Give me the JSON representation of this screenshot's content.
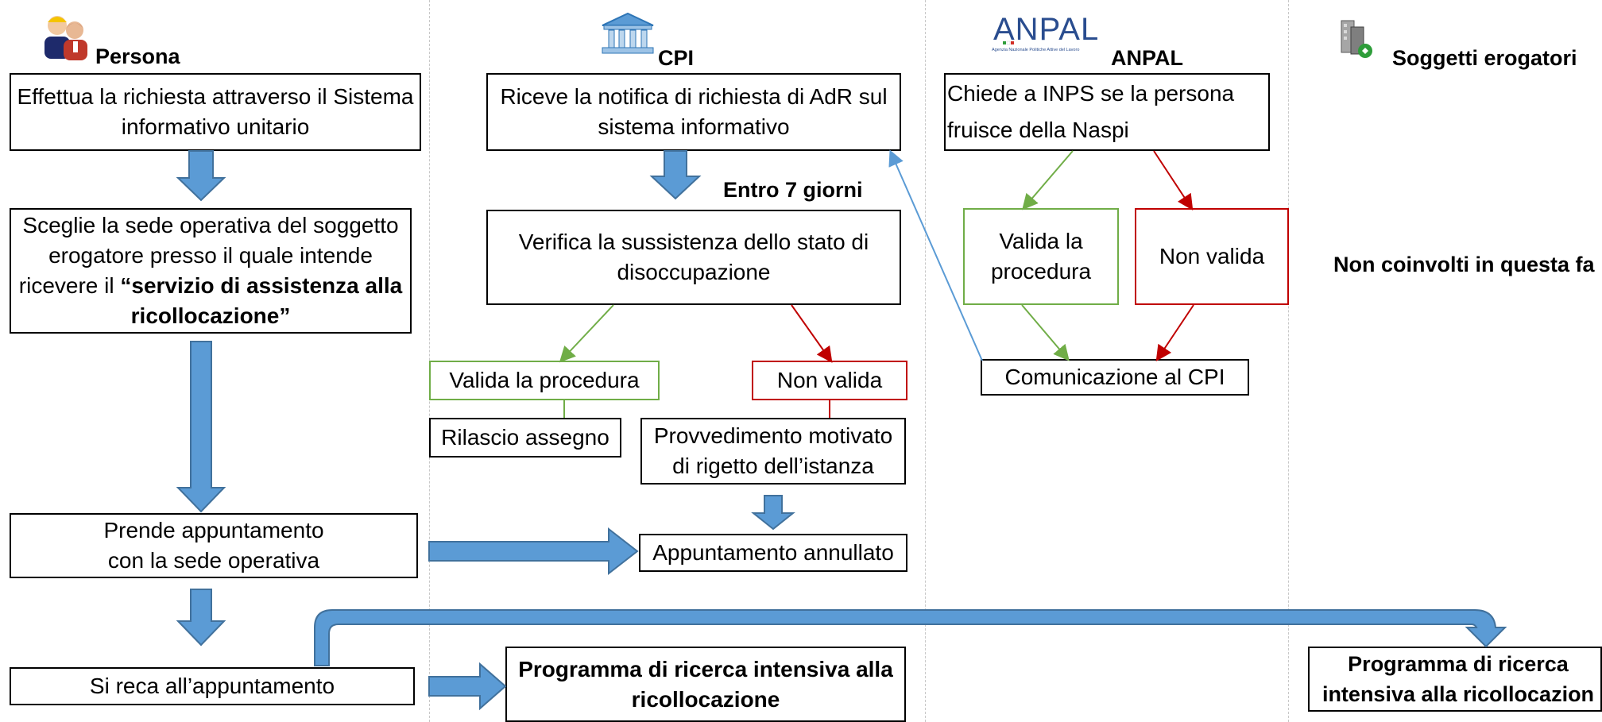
{
  "lanes": {
    "persona": "Persona",
    "cpi": "CPI",
    "anpal": "ANPAL",
    "anpal_logo_text": "ANPAL",
    "anpal_logo_sub": "Agenzia Nazionale Politiche Attive del Lavoro",
    "soggetti": "Soggetti erogatori"
  },
  "persona": {
    "step1": "Effettua la richiesta attraverso il Sistema informativo unitario",
    "step2_plain": "Sceglie la sede operativa del soggetto erogatore presso il quale intende ricevere il ",
    "step2_bold": "“servizio di assistenza alla ricollocazione”",
    "step3": "Prende appuntamento con la sede operativa",
    "step4": "Si reca all’appuntamento"
  },
  "cpi": {
    "notify": "Riceve la notifica di richiesta di AdR sul sistema informativo",
    "deadline": "Entro 7 giorni",
    "verify": "Verifica la sussistenza dello stato di disoccupazione",
    "valid": "Valida la procedura",
    "invalid": "Non valida",
    "release": "Rilascio assegno",
    "reject": "Provvedimento motivato di rigetto dell’istanza",
    "cancelled": "Appuntamento annullato",
    "program": "Programma di ricerca intensiva alla ricollocazione"
  },
  "anpal": {
    "ask": "Chiede a INPS se la persona fruisce della Naspi",
    "valid": "Valida la procedura",
    "invalid": "Non valida",
    "comm": "Comunicazione al CPI"
  },
  "soggetti": {
    "not_involved": "Non coinvolti in questa fa",
    "program": "Programma di ricerca intensiva alla ricollocazion"
  },
  "colors": {
    "arrow_blue": "#5b9bd5",
    "arrow_blue_border": "#41719c",
    "green": "#70ad47",
    "red": "#c00000"
  },
  "icons": [
    "people-icon",
    "bank-building-icon",
    "anpal-logo",
    "office-building-icon"
  ]
}
